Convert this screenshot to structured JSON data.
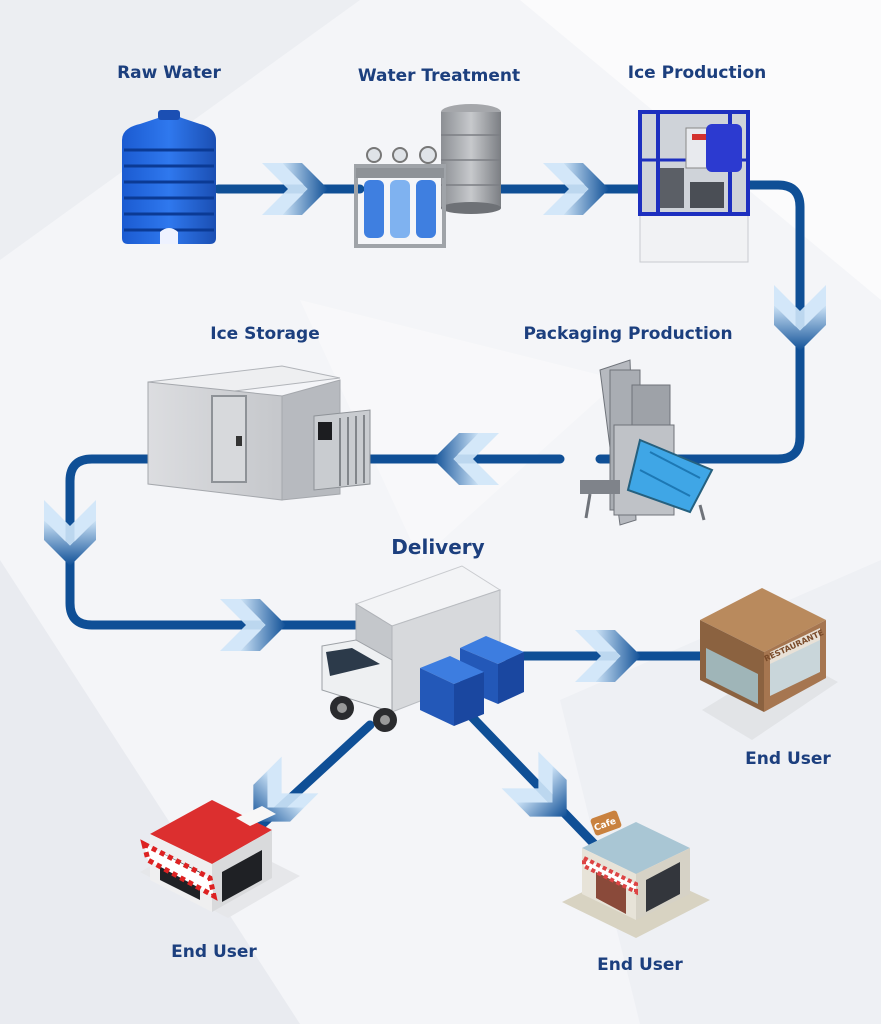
{
  "diagram": {
    "colors": {
      "pipe": "#0f4f96",
      "arrow_light": "#cfe5f8",
      "arrow_dark": "#0f4f96",
      "label": "#1c3f7e",
      "background": "#f4f5f8"
    },
    "stages": {
      "raw_water": {
        "label": "Raw Water",
        "icon": "water-tank-icon"
      },
      "water_treatment": {
        "label": "Water Treatment",
        "icon": "water-filter-system-icon"
      },
      "ice_production": {
        "label": "Ice Production",
        "icon": "ice-machine-icon"
      },
      "packaging_production": {
        "label": "Packaging Production",
        "icon": "packaging-machine-icon"
      },
      "ice_storage": {
        "label": "Ice Storage",
        "icon": "cold-room-icon"
      },
      "delivery": {
        "label": "Delivery",
        "icon": "delivery-truck-icon"
      },
      "end_user_restaurant": {
        "label": "End User",
        "icon": "restaurant-building-icon",
        "sign": "RESTAURANTE"
      },
      "end_user_store": {
        "label": "End User",
        "icon": "store-building-icon"
      },
      "end_user_cafe": {
        "label": "End User",
        "icon": "cafe-building-icon",
        "sign": "Cafe"
      }
    }
  }
}
